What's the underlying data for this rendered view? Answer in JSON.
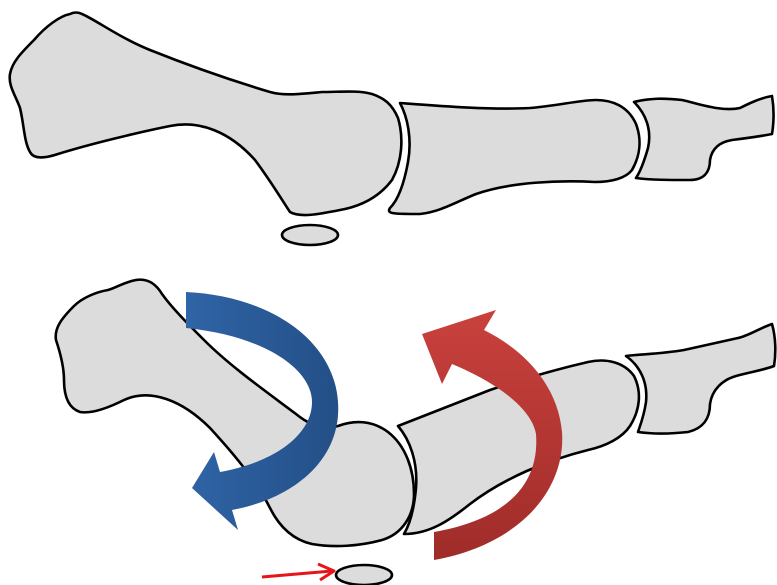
{
  "colors": {
    "background": "#ffffff",
    "bone_fill": "#dcdcdc",
    "bone_outline": "#000000",
    "rotation_arrow_left": "#2f64a6",
    "rotation_arrow_left_dark": "#244f87",
    "rotation_arrow_right": "#c9413d",
    "rotation_arrow_right_dark": "#9f2c29",
    "indicator_arrow": "#e8141b"
  },
  "panels": [
    {
      "name": "normal-alignment"
    },
    {
      "name": "rotated-alignment"
    }
  ],
  "icons": [
    "blue-curved-rotation-arrow",
    "red-curved-rotation-arrow",
    "red-pointer-arrow"
  ]
}
